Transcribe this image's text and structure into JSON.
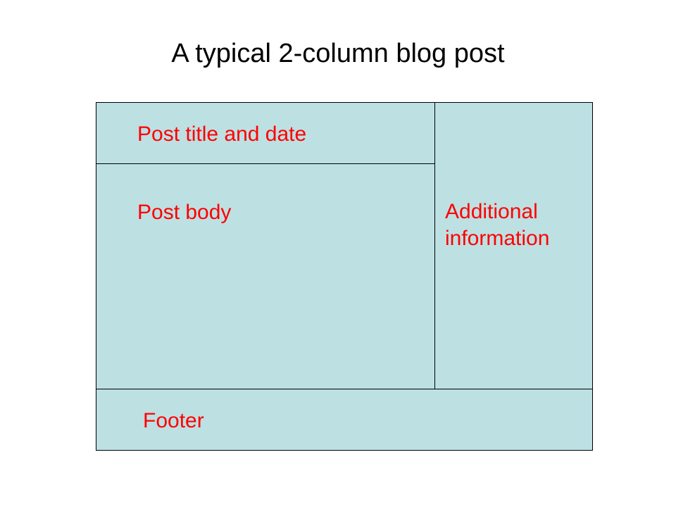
{
  "title": "A typical 2-column blog post",
  "colors": {
    "box_fill": "#bde0e3",
    "label_text": "#ff0000",
    "border": "#000000"
  },
  "layout_boxes": {
    "post_header": "Post title and date",
    "post_body": "Post body",
    "sidebar": "Additional information",
    "footer": "Footer"
  }
}
